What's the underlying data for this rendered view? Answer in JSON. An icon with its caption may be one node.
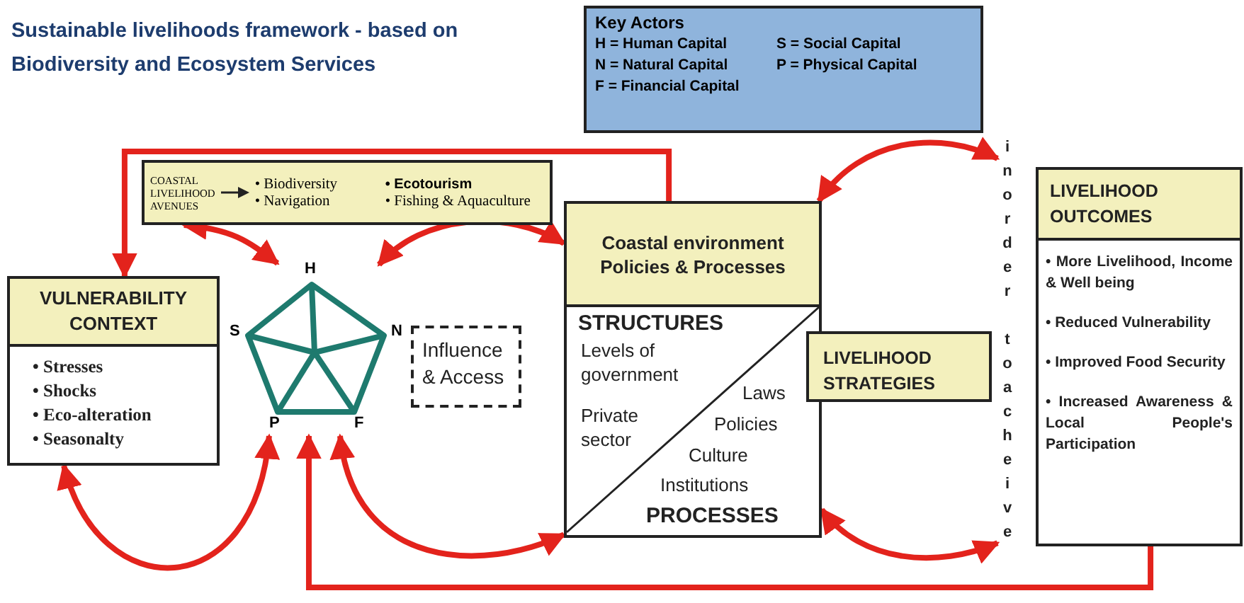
{
  "diagram": {
    "title": "Sustainable livelihoods framework - based on Biodiversity and Ecosystem Services",
    "nodes": [
      {
        "text": [
          "Key Actors",
          "H = Human Capital",
          "S = Social Capital",
          "N = Natural Capital",
          "P = Physical Capital",
          "F = Financial Capital"
        ]
      },
      {
        "text": [
          "COASTAL LIVELIHOOD AVENUES",
          "• Biodiversity",
          "• Ecotourism",
          "• Navigation",
          "• Fishing & Aquaculture"
        ]
      },
      {
        "text": [
          "VULNERABILITY CONTEXT",
          "• Stresses",
          "• Shocks",
          "• Eco-alteration",
          "• Seasonalty"
        ]
      },
      {
        "text": [
          "H",
          "S",
          "N",
          "P",
          "F"
        ]
      },
      {
        "text": [
          "Influence & Access"
        ]
      },
      {
        "text": [
          "Coastal environment Policies & Processes",
          "STRUCTURES",
          "Levels of government",
          "Private sector",
          "Laws",
          "Policies",
          "Culture",
          "Institutions",
          "PROCESSES"
        ]
      },
      {
        "text": [
          "LIVELIHOOD STRATEGIES"
        ]
      },
      {
        "text": [
          "inorder toacheive"
        ]
      },
      {
        "text": [
          "LIVELIHOOD OUTCOMES",
          "• More Livelihood, Income & Well being",
          "• Reduced Vulnerability",
          "• Improved Food Security",
          "• Increased Awareness & Local People's Participation"
        ]
      }
    ],
    "edges": [
      {
        "from": 5,
        "to": 2,
        "arrow": "to"
      },
      {
        "from": 1,
        "to": 3,
        "arrow": "both"
      },
      {
        "from": 3,
        "to": 5,
        "arrow": "both"
      },
      {
        "from": 5,
        "to": 7,
        "arrow": "both"
      },
      {
        "from": 2,
        "to": 3,
        "arrow": "both"
      },
      {
        "from": 3,
        "to": 5,
        "arrow": "both"
      },
      {
        "from": 8,
        "to": 3,
        "arrow": "to"
      },
      {
        "from": 5,
        "to": 7,
        "arrow": "both"
      }
    ]
  }
}
